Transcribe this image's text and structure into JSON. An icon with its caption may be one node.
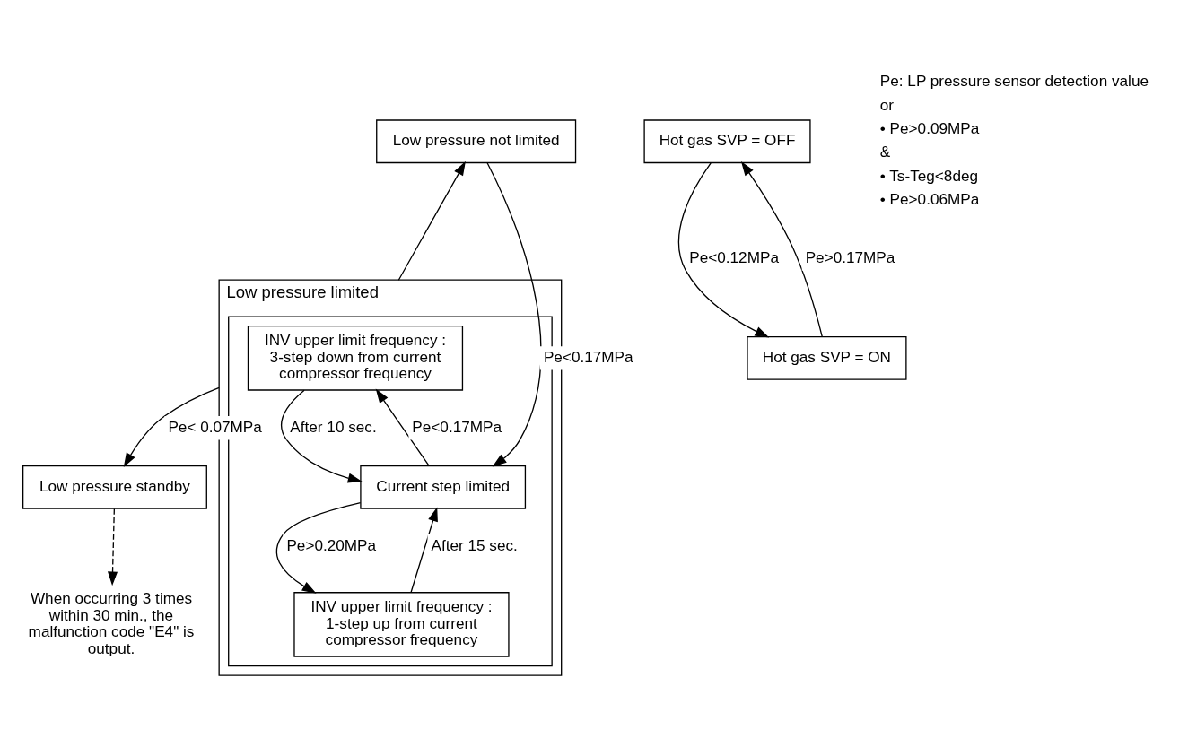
{
  "diagram": {
    "nodes": [
      {
        "text": [
          "Low pressure not limited"
        ]
      },
      {
        "text": [
          "Low pressure limited"
        ]
      },
      {
        "text": [],
        "shape": "box",
        "in": 1
      },
      {
        "text": [
          "INV upper limit frequency : 3-step down from current compressor frequency"
        ],
        "in": 2
      },
      {
        "text": [
          "Current step limited"
        ],
        "in": 2
      },
      {
        "text": [
          "INV upper limit frequency : 1-step up from current compressor frequency"
        ],
        "in": 2
      },
      {
        "text": [
          "Low pressure standby"
        ]
      },
      {
        "text": [
          "When occurring 3 times within 30 min., the malfunction code \"E4\" is output."
        ]
      },
      {
        "text": [
          "Hot gas SVP = OFF"
        ]
      },
      {
        "text": [
          "Hot gas SVP = ON"
        ]
      }
    ],
    "edges": [
      {
        "from": 1,
        "to": 0,
        "arrow": "to"
      },
      {
        "from": 0,
        "to": 4,
        "arrow": "to",
        "label": "Pe<0.17MPa"
      },
      {
        "from": 4,
        "to": 3,
        "arrow": "to",
        "label": "Pe<0.17MPa"
      },
      {
        "from": 3,
        "to": 4,
        "arrow": "to",
        "label": "After 10 sec."
      },
      {
        "from": 4,
        "to": 5,
        "arrow": "to",
        "label": "Pe>0.20MPa"
      },
      {
        "from": 5,
        "to": 4,
        "arrow": "to",
        "label": "After 15 sec."
      },
      {
        "from": 1,
        "to": 6,
        "arrow": "to",
        "label": "Pe< 0.07MPa"
      },
      {
        "from": 6,
        "to": 7,
        "arrow": "to",
        "style": "dashed"
      },
      {
        "from": 8,
        "to": 9,
        "arrow": "to",
        "label": "Pe<0.12MPa"
      },
      {
        "from": 9,
        "to": 8,
        "arrow": "to",
        "label": "Pe>0.17MPa"
      }
    ],
    "labels": [
      "Pe: LP pressure sensor detection value",
      "or",
      "• Pe>0.09MPa",
      "&",
      "• Ts-Teg<8deg",
      "• Pe>0.06MPa"
    ]
  }
}
